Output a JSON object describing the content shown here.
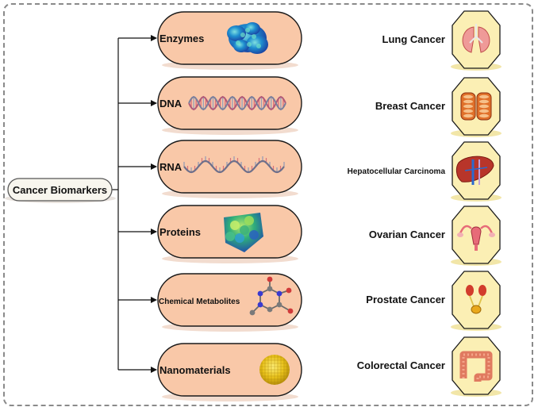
{
  "root": {
    "label": "Cancer Biomarkers"
  },
  "biomarkers": [
    {
      "label": "Enzymes",
      "icon": "enzyme-protein-icon"
    },
    {
      "label": "DNA",
      "icon": "dna-helix-icon"
    },
    {
      "label": "RNA",
      "icon": "rna-strand-icon"
    },
    {
      "label": "Proteins",
      "icon": "protein-structure-icon"
    },
    {
      "label": "Chemical Metabolites",
      "icon": "metabolite-molecule-icon"
    },
    {
      "label": "Nanomaterials",
      "icon": "nanoparticle-sphere-icon"
    }
  ],
  "cancers": [
    {
      "label": "Lung Cancer",
      "icon": "lungs-icon"
    },
    {
      "label": "Breast Cancer",
      "icon": "breast-tissue-icon"
    },
    {
      "label": "Hepatocellular Carcinoma",
      "icon": "liver-icon"
    },
    {
      "label": "Ovarian Cancer",
      "icon": "uterus-ovaries-icon"
    },
    {
      "label": "Prostate Cancer",
      "icon": "kidney-bladder-icon"
    },
    {
      "label": "Colorectal Cancer",
      "icon": "colon-icon"
    }
  ],
  "colors": {
    "pill_fill": "#f9c8a8",
    "pill_stroke": "#1a1a1a",
    "shadow": "#f2dccf",
    "hexagon_fill": "#fbefb4",
    "connector": "#111111",
    "frame": "#8a8a8a"
  }
}
